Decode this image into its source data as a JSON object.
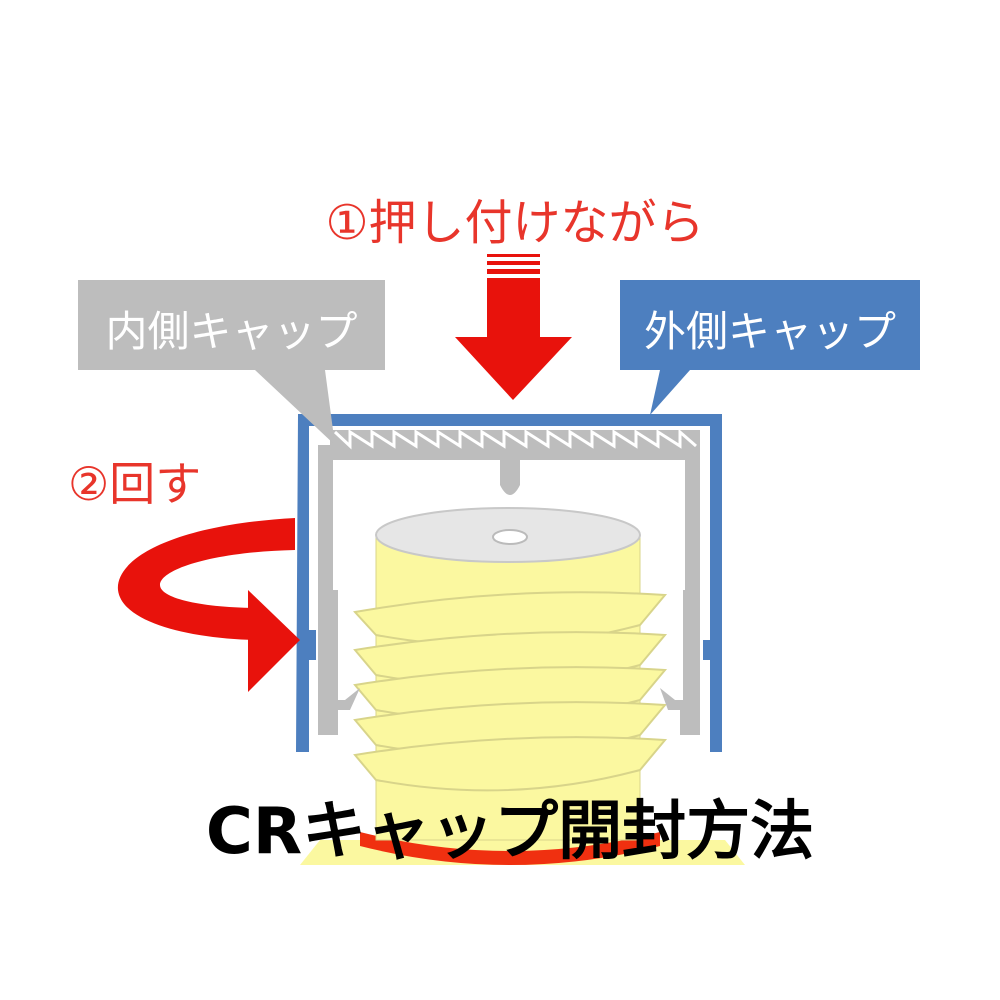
{
  "step1_label": "①押し付けながら",
  "step2_label": "②回す",
  "inner_cap_label": "内側キャップ",
  "outer_cap_label": "外側キャップ",
  "title": "CRキャップ開封方法",
  "colors": {
    "red": "#e8120c",
    "text_red": "#e8352b",
    "blue": "#4d7fbf",
    "gray": "#bdbdbd",
    "yellow": "#fbf8a0",
    "black": "#000000"
  }
}
